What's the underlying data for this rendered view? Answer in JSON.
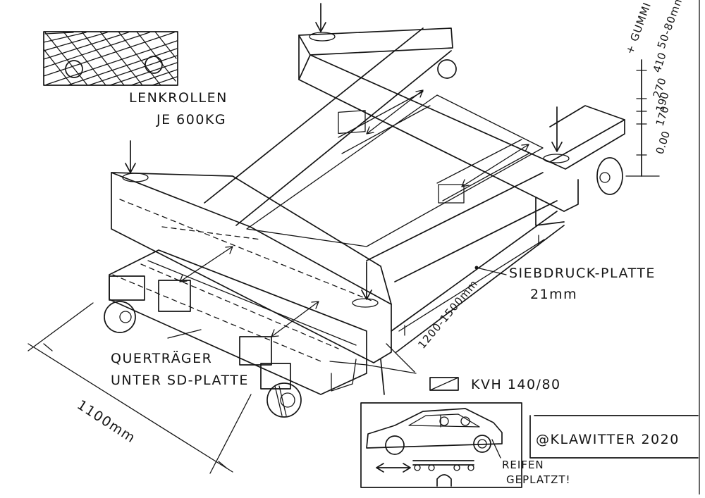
{
  "labels": {
    "caster_line1": "LENKROLLEN",
    "caster_line2": "JE 600KG",
    "rubber_line1": "+ GUMMI",
    "rubber_line2": "50-80mm",
    "plate_line1": "SIEBDRUCK-PLATTE",
    "plate_line2": "21mm",
    "crossbeam_line1": "QUERTRÄGER",
    "crossbeam_line2": "UNTER SD-PLATTE",
    "kvh": "KVH  140/80",
    "width_dim": "1200-1500mm",
    "length_dim": "1100mm",
    "tire_line1": "REIFEN",
    "tire_line2": "GEPLATZT!",
    "credit": "@KLAWITTER 2020"
  },
  "levels": [
    "410",
    "270",
    "190",
    "170",
    "0.00"
  ]
}
